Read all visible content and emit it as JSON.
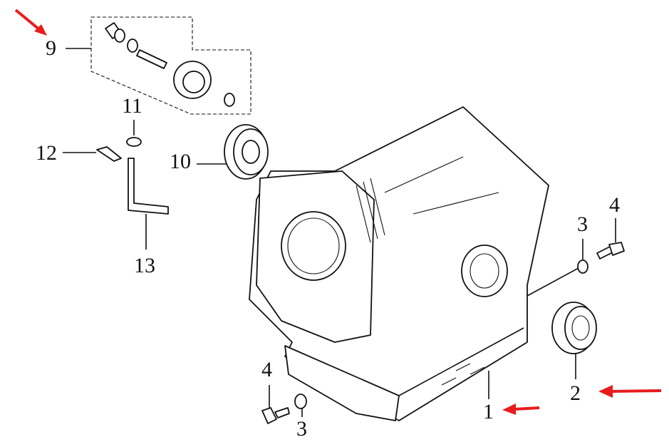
{
  "diagram": {
    "callouts": [
      {
        "id": "9",
        "text": "9",
        "highlighted": true
      },
      {
        "id": "11",
        "text": "11"
      },
      {
        "id": "12",
        "text": "12"
      },
      {
        "id": "10",
        "text": "10"
      },
      {
        "id": "13",
        "text": "13"
      },
      {
        "id": "3a",
        "text": "3"
      },
      {
        "id": "4a",
        "text": "4"
      },
      {
        "id": "4b",
        "text": "4"
      },
      {
        "id": "3b",
        "text": "3"
      },
      {
        "id": "1",
        "text": "1",
        "highlighted": true
      },
      {
        "id": "2",
        "text": "2",
        "highlighted": true
      }
    ],
    "colors": {
      "arrow": "#e81c1c",
      "line": "#111111"
    }
  }
}
